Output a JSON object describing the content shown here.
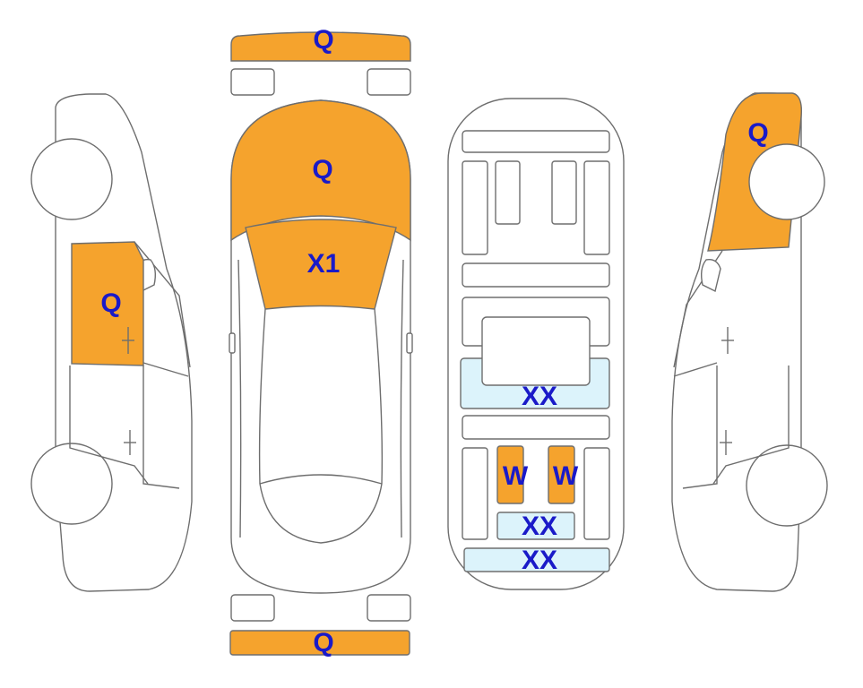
{
  "colors": {
    "damage_orange": "#f5a32d",
    "glass_blue": "#dcf3fb",
    "label_blue": "#1a1ac8",
    "outline_gray": "#6e6e6e"
  },
  "labels": {
    "front_bumper": "Q",
    "hood": "Q",
    "windshield": "X1",
    "rear_bumper": "Q",
    "left_rear_door": "Q",
    "right_front_fender": "Q",
    "floor_center": "XX",
    "left_seat": "W",
    "right_seat": "W",
    "rear_floor": "XX",
    "trunk_floor": "XX"
  }
}
